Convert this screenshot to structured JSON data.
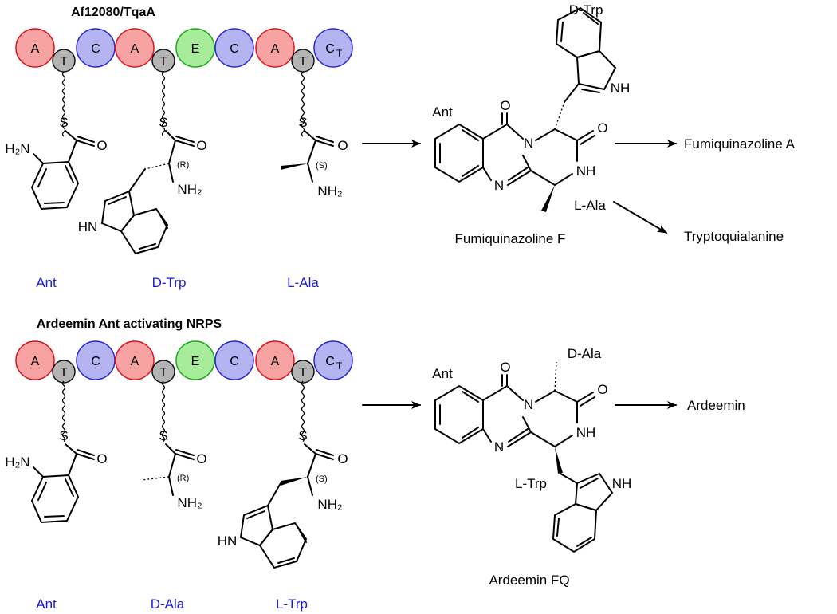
{
  "panels": [
    {
      "title": "Af12080/TqaA",
      "domains": [
        "A",
        "T",
        "C",
        "A",
        "T",
        "E",
        "C",
        "A",
        "T",
        "C"
      ],
      "last_domain_subscript": "T",
      "substrates": [
        "Ant",
        "D-Trp",
        "L-Ala"
      ],
      "stereo": [
        "(R)",
        "(S)"
      ],
      "product_labels": [
        "D-Trp",
        "Ant",
        "L-Ala"
      ],
      "product_name": "Fumiquinazoline F",
      "downstream": [
        "Fumiquinazoline A",
        "Tryptoquialanine"
      ]
    },
    {
      "title": "Ardeemin Ant activating NRPS",
      "domains": [
        "A",
        "T",
        "C",
        "A",
        "T",
        "E",
        "C",
        "A",
        "T",
        "C"
      ],
      "last_domain_subscript": "T",
      "substrates": [
        "Ant",
        "D-Ala",
        "L-Trp"
      ],
      "stereo": [
        "(R)",
        "(S)"
      ],
      "product_labels": [
        "Ant",
        "D-Ala",
        "L-Trp"
      ],
      "product_name": "Ardeemin FQ",
      "downstream": [
        "Ardeemin"
      ]
    }
  ],
  "atoms": {
    "h2n": "H₂N",
    "nh2": "NH₂",
    "hn": "HN",
    "nh": "NH",
    "o": "O",
    "s": "S",
    "n": "N"
  },
  "colors": {
    "A": "#f7a3a3",
    "A_stroke": "#e0101a",
    "C": "#b4b4f2",
    "C_stroke": "#2626d9",
    "E": "#a7ec9a",
    "E_stroke": "#1aa81a",
    "T": "#b4b4b4",
    "T_stroke": "#111111",
    "label": "#1a1adc"
  }
}
